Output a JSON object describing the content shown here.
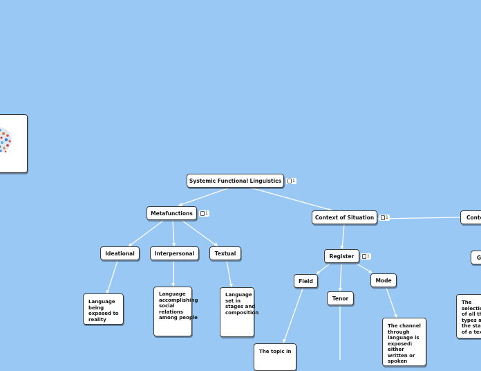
{
  "colors": {
    "background": "#9ac8f4",
    "node_fill": "#ffffff",
    "edge": "#ffffff",
    "node_border": "#3b3b3b"
  },
  "nodes": {
    "root": "Systemic Functional Linguistics",
    "metafunctions": "Metafunctions",
    "context_of_situation": "Context of Situation",
    "context_partial": "Conte",
    "ideational": "Ideational",
    "interpersonal": "Interpersonal",
    "textual": "Textual",
    "register": "Register",
    "genre_partial": "G",
    "field": "Field",
    "tenor": "Tenor",
    "mode": "Mode",
    "ideational_desc": "Language being exposed to reality",
    "interpersonal_desc": "Language accomplishing social relations among people",
    "textual_desc": "Language set in stages and composition",
    "field_desc": "The topic in",
    "mode_desc": "The channel through language is exposed: either written or spoken",
    "genre_desc": "The selection of all the types and the stages of a text."
  },
  "badges": {
    "root": "1",
    "metafunctions": "1",
    "context_of_situation": "1",
    "register": "1"
  },
  "image_icon": "word-cloud-image-icon"
}
